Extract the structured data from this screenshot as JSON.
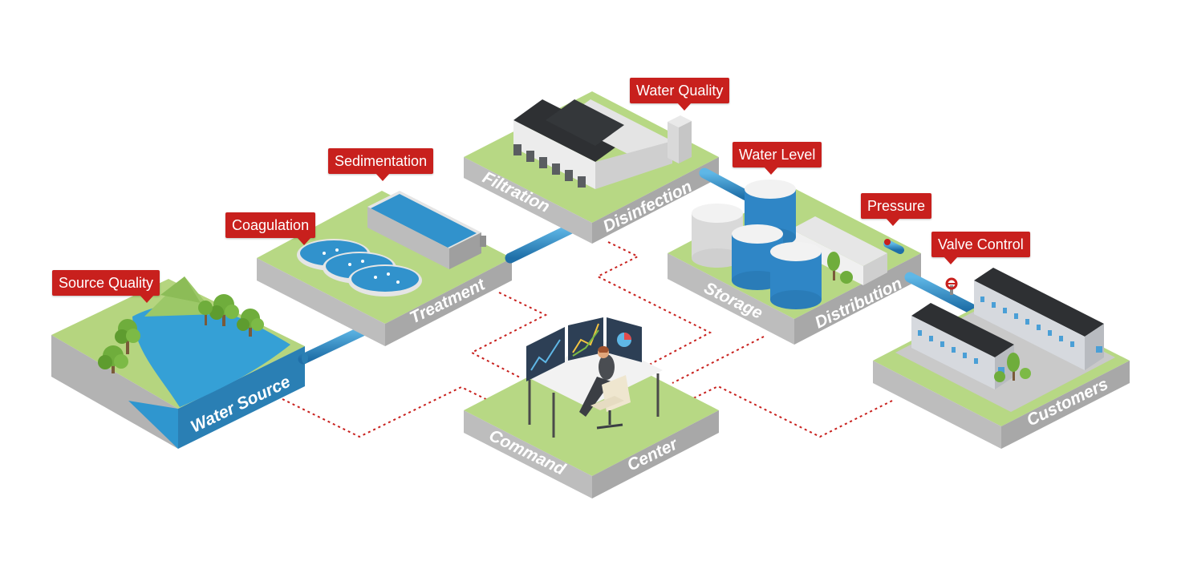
{
  "callouts": {
    "source_quality": "Source Quality",
    "coagulation": "Coagulation",
    "sedimentation": "Sedimentation",
    "water_quality": "Water Quality",
    "water_level": "Water Level",
    "pressure": "Pressure",
    "valve_control": "Valve Control"
  },
  "zones": {
    "water_source": "Water Source",
    "treatment": "Treatment",
    "filtration": "Filtration",
    "disinfection": "Disinfection",
    "storage": "Storage",
    "distribution": "Distribution",
    "command": "Command",
    "center": "Center",
    "customers": "Customers"
  },
  "colors": {
    "callout": "#c8201d",
    "grass": "#b7d884",
    "concrete": "#c9c9c9",
    "water": "#2f96cf",
    "pipe": "#2f86c6",
    "link_line": "#c8201d"
  }
}
